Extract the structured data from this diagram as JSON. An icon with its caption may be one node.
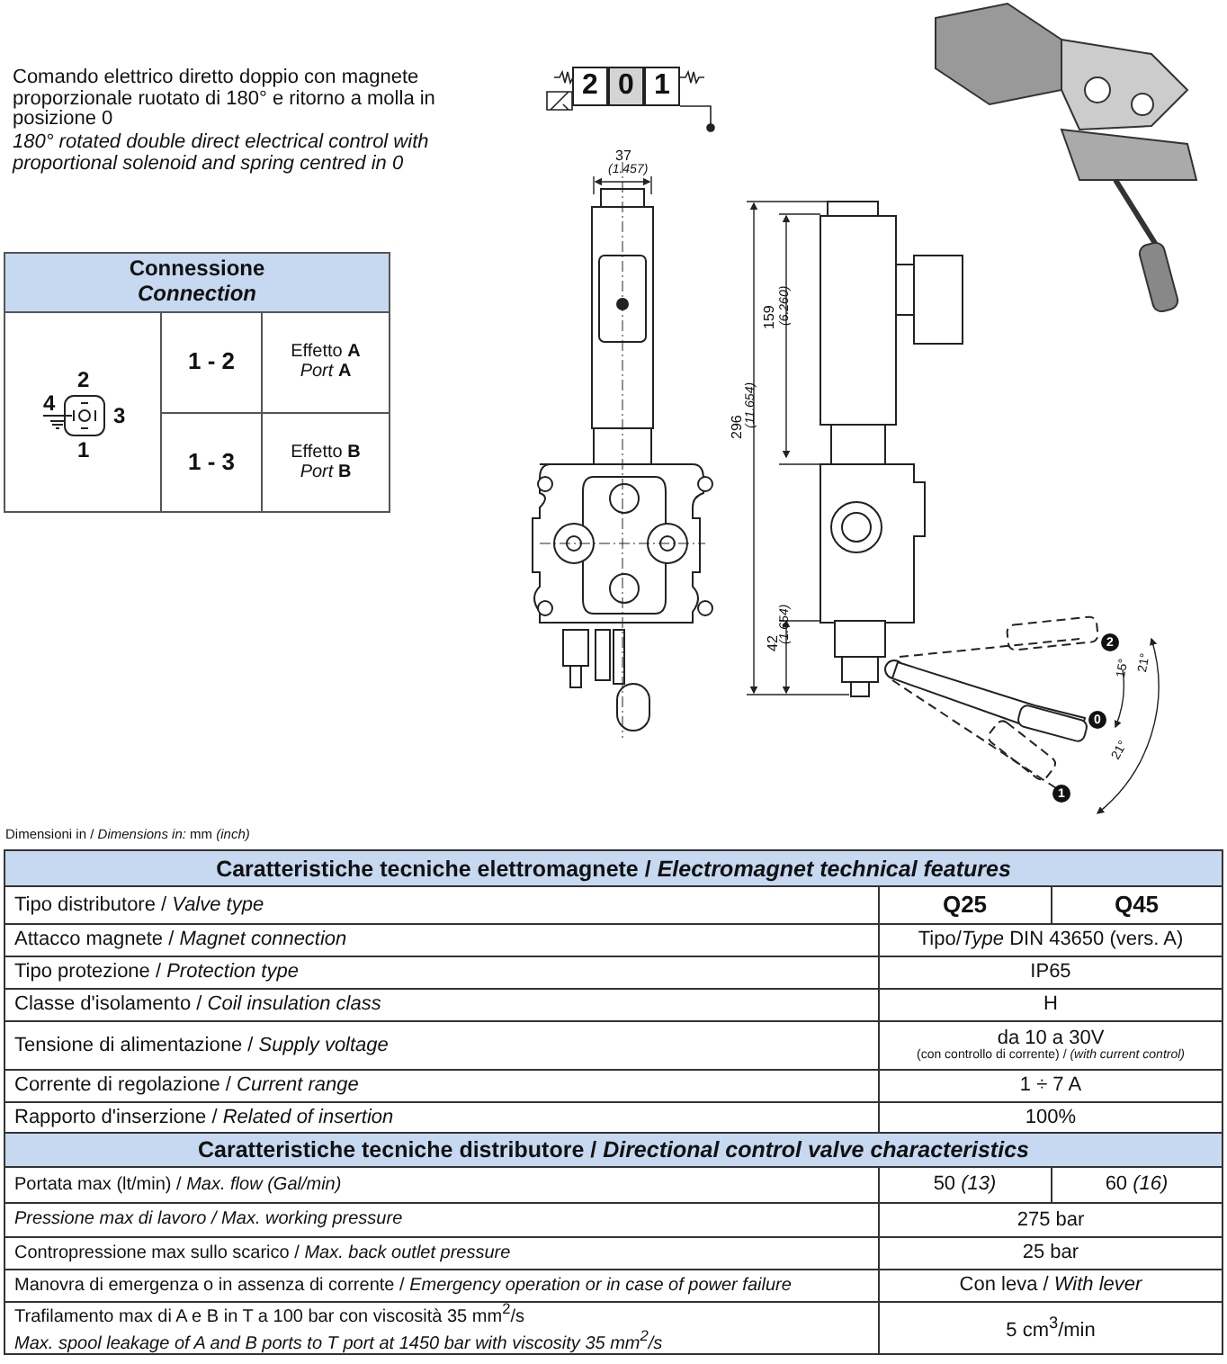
{
  "diagram": {
    "nodes": [
      {
        "text": [
          "2"
        ]
      },
      {
        "text": [
          "0"
        ]
      },
      {
        "text": [
          "1"
        ]
      }
    ],
    "labels": [
      "Comando elettrico diretto doppio con magnete proporzionale ruotato di 180° e ritorno a molla in posizione 0",
      "180° rotated double direct electrical control with proportional solenoid and spring centred in 0",
      "37",
      "(1.457)",
      "159",
      "(6.260)",
      "296",
      "(11.654)",
      "42",
      "(1.654)",
      "2",
      "15°",
      "21°",
      "0",
      "21°",
      "1",
      "Connessione",
      "Connection",
      "2",
      "4",
      "3",
      "1",
      "1 - 2",
      "Effetto **A**",
      "*Port* **A**",
      "1 - 3",
      "Effetto **B**",
      "*Port* **B**",
      "Dimensioni in / *Dimensions in:* mm *(inch)*",
      "Caratteristiche tecniche elettromagnete / *Electromagnet technical features*",
      "Tipo distributore / *Valve type*",
      "Q25",
      "Q45",
      "Attacco magnete / *Magnet connection*",
      "Tipo/*Type* DIN 43650 (vers. A)",
      "Tipo protezione / *Protection type*",
      "IP65",
      "Classe d'isolamento / *Coil insulation class*",
      "H",
      "Tensione di alimentazione / *Supply voltage*",
      "da 10 a 30V",
      "(con controllo di corrente) / *(with current control)*",
      "Corrente di regolazione / *Current range*",
      "1 ÷ 7 A",
      "Rapporto d'inserzione / *Related of insertion*",
      "100%",
      "Caratteristiche tecniche distributore / *Directional control valve characteristics*",
      "Portata max (lt/min) / *Max. flow (Gal/min)*",
      "50 *(13)*",
      "60 *(16)*",
      "Pressione max di lavoro / Max. working pressure",
      "275 bar",
      "Contropressione max sullo scarico / *Max. back outlet pressure*",
      "25 bar",
      "Manovra di emergenza o in assenza di corrente / *Emergency operation or in case of power failure*",
      "Con leva / *With lever*",
      "Trafilamento max di A e B in T a 100 bar con viscosità 35 mm$^{2}$/s",
      "Max. spool leakage of A and B ports to T port at 1450 bar with viscosity 35 mm$^{2}$/s",
      "5 cm$^{3}$/min"
    ]
  }
}
